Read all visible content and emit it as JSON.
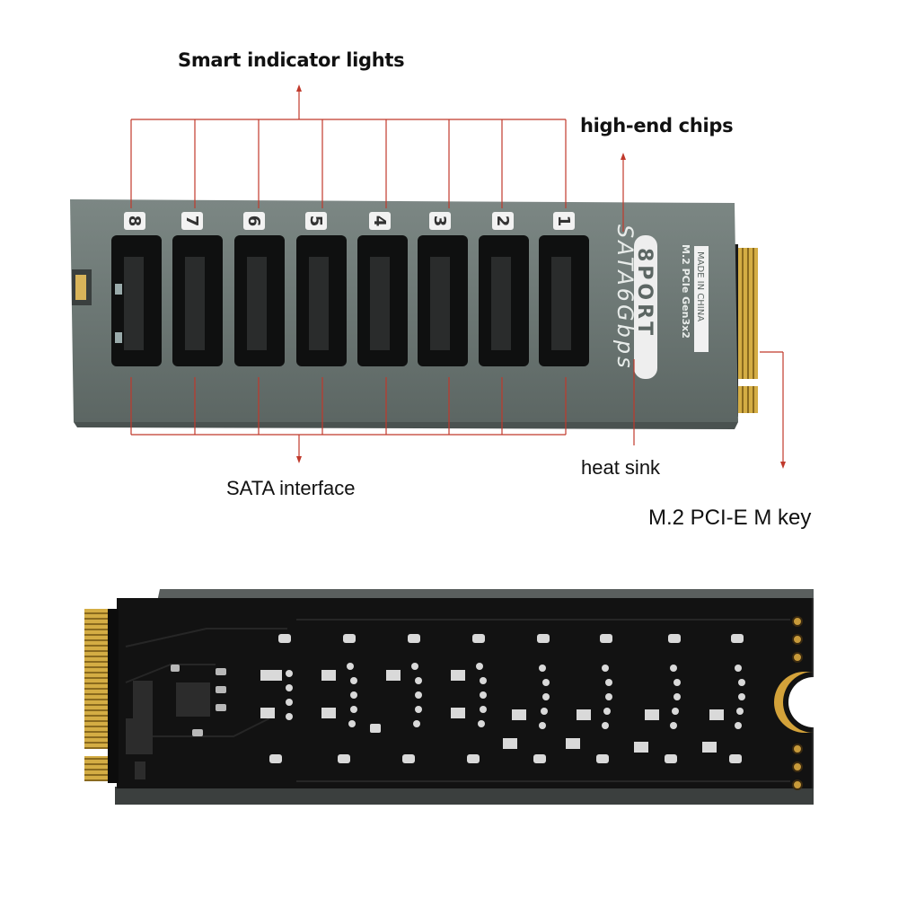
{
  "labels": {
    "smart_indicator": "Smart indicator lights",
    "high_end_chips": "high-end chips",
    "sata_interface": "SATA interface",
    "heat_sink": "heat sink",
    "m2_key": "M.2 PCI-E M key"
  },
  "heatsink_print": {
    "speed": "SATA6Gbps",
    "ports": "8PORT",
    "interface": "M.2 PCIe Gen3x2",
    "origin": "MADE IN CHINA"
  },
  "port_numbers": [
    "8",
    "7",
    "6",
    "5",
    "4",
    "3",
    "2",
    "1"
  ],
  "colors": {
    "heatsink": "#6f7a77",
    "pcb": "#141414",
    "gold": "#c9a23a",
    "annotation_line": "#c0392b"
  }
}
